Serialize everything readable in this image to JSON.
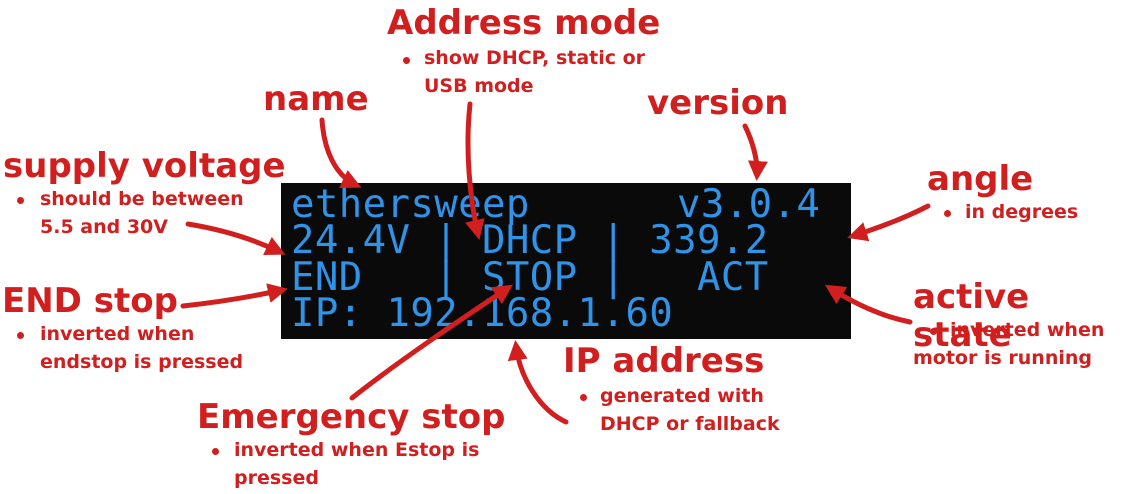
{
  "lcd": {
    "line1_left": "ethersweep",
    "line1_right": "v3.0.4",
    "line2": "24.4V | DHCP | 339.2",
    "line3": "END   | STOP |   ACT",
    "line4": "IP: 192.168.1.60"
  },
  "labels": {
    "address_mode": {
      "title": "Address mode",
      "note_1": "show DHCP, static or",
      "note_2": "USB mode"
    },
    "name": {
      "title": "name"
    },
    "version": {
      "title": "version"
    },
    "supply_voltage": {
      "title": "supply voltage",
      "note_1": "should be between",
      "note_2": "5.5 and 30V"
    },
    "angle": {
      "title": "angle",
      "note_1": "in degrees"
    },
    "end_stop": {
      "title": "END stop",
      "note_1": "inverted when",
      "note_2": "endstop is pressed"
    },
    "active_state": {
      "title": "active state",
      "note_1": "inverted when",
      "note_2": "motor is running"
    },
    "ip_address": {
      "title": "IP address",
      "note_1": "generated with",
      "note_2": "DHCP or fallback"
    },
    "emergency_stop": {
      "title": "Emergency stop",
      "note_1": "inverted when Estop is",
      "note_2": "pressed"
    }
  },
  "colors": {
    "annotation": "#d11f1f",
    "lcd_background": "#0a0a0a",
    "lcd_text": "#2f93e8"
  }
}
